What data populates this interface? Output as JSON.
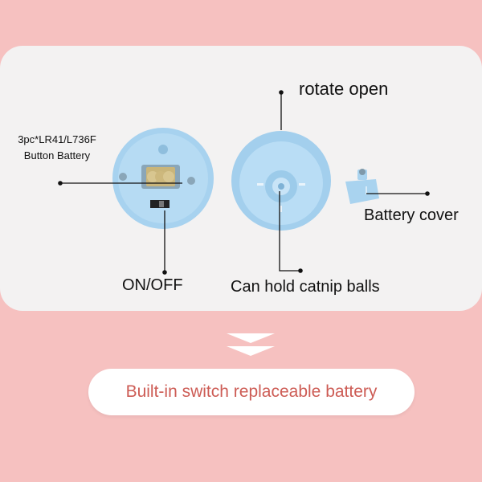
{
  "labels": {
    "battery_type_line1": "3pc*LR41/L736F",
    "battery_type_line2": "Button Battery",
    "rotate_open": "rotate open",
    "on_off": "ON/OFF",
    "catnip": "Can hold catnip balls",
    "battery_cover": "Battery cover"
  },
  "banner": {
    "text": "Built-in switch replaceable battery"
  },
  "colors": {
    "background": "#f6c1c0",
    "panel": "#f3f2f2",
    "device_blue": "#a9d4f0",
    "banner_text": "#cd5c55",
    "chevron": "#ffffff"
  }
}
